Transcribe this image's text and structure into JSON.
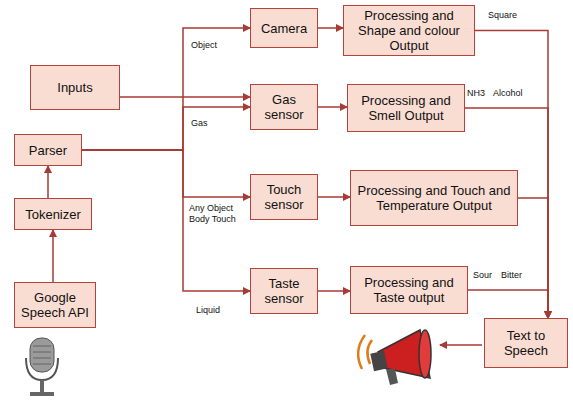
{
  "diagram": {
    "nodes": [
      {
        "text": [
          "Inputs"
        ]
      },
      {
        "text": [
          "Camera"
        ]
      },
      {
        "text": [
          "Processing and Shape and colour Output"
        ]
      },
      {
        "text": [
          "Gas sensor"
        ]
      },
      {
        "text": [
          "Processing and Smell Output"
        ]
      },
      {
        "text": [
          "Parser"
        ]
      },
      {
        "text": [
          "Touch sensor"
        ]
      },
      {
        "text": [
          "Processing and Touch and Temperature Output"
        ]
      },
      {
        "text": [
          "Tokenizer"
        ]
      },
      {
        "text": [
          "Taste sensor"
        ]
      },
      {
        "text": [
          "Processing and Taste output"
        ]
      },
      {
        "text": [
          "Google Speech API"
        ]
      },
      {
        "text": [
          "Text to Speech"
        ]
      }
    ],
    "edges": [
      {
        "from": 11,
        "to": 8,
        "arrow": "to"
      },
      {
        "from": 8,
        "to": 5,
        "arrow": "to"
      },
      {
        "from": 5,
        "to": 1,
        "arrow": "to"
      },
      {
        "from": 5,
        "to": 3,
        "arrow": "to"
      },
      {
        "from": 5,
        "to": 6,
        "arrow": "to"
      },
      {
        "from": 5,
        "to": 9,
        "arrow": "to"
      },
      {
        "from": 0,
        "to": 3,
        "arrow": "to"
      },
      {
        "from": 1,
        "to": 2,
        "arrow": "to"
      },
      {
        "from": 3,
        "to": 4,
        "arrow": "to"
      },
      {
        "from": 6,
        "to": 7,
        "arrow": "to"
      },
      {
        "from": 9,
        "to": 10,
        "arrow": "to"
      },
      {
        "from": 2,
        "to": 12,
        "arrow": "to"
      },
      {
        "from": 4,
        "to": 12,
        "arrow": "to"
      },
      {
        "from": 7,
        "to": 12,
        "arrow": "to"
      },
      {
        "from": 10,
        "to": 12,
        "arrow": "to"
      }
    ],
    "labels": [
      "Square",
      "NH3",
      "Alcohol",
      "Object",
      "Gas",
      "Any Object Body Touch",
      "Liquid",
      "Sour",
      "Bitter"
    ]
  }
}
